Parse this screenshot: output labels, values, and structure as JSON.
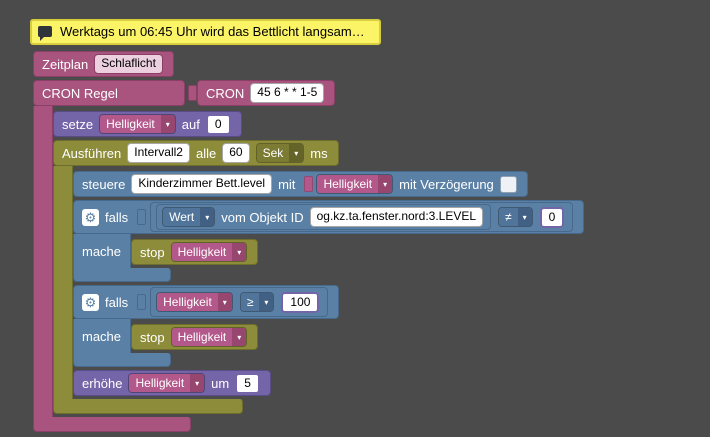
{
  "comment": {
    "text": "Werktags um 06:45 Uhr wird das Bettlicht langsam…"
  },
  "icons": {
    "dropdown_arrow": "▾",
    "gear": "⚙"
  },
  "schedule": {
    "title": "Zeitplan",
    "name": "Schlaflicht",
    "cron_label": "CRON Regel",
    "cron_block_label": "CRON",
    "cron_value": "45 6 * * 1-5"
  },
  "setze": {
    "label": "setze",
    "variable": "Helligkeit",
    "auf": "auf",
    "value": "0"
  },
  "interval": {
    "label": "Ausführen",
    "name": "Intervall2",
    "alle": "alle",
    "value": "60",
    "unit": "Sek",
    "suffix": "ms"
  },
  "steuere": {
    "label": "steuere",
    "object": "Kinderzimmer Bett.level",
    "mit": "mit",
    "variable": "Helligkeit",
    "delay_label": "mit Verzögerung",
    "delay_checked": false
  },
  "falls1": {
    "falls": "falls",
    "value_type": "Wert",
    "from_label": "vom Objekt ID",
    "object_id": "og.kz.ta.fenster.nord:3.LEVEL",
    "operator": "≠",
    "compare_value": "0",
    "mache": "mache",
    "stop": "stop",
    "stop_variable": "Helligkeit"
  },
  "falls2": {
    "falls": "falls",
    "variable": "Helligkeit",
    "operator": "≥",
    "compare_value": "100",
    "mache": "mache",
    "stop": "stop",
    "stop_variable": "Helligkeit"
  },
  "erhoehe": {
    "label": "erhöhe",
    "variable": "Helligkeit",
    "um": "um",
    "value": "5"
  },
  "colors": {
    "workspace": "#4b4b4b",
    "pink": "#a9547f",
    "pink-dark": "#8a4066",
    "violet": "#7464a8",
    "violet-dark": "#5a4c88",
    "olive": "#8c8c3a",
    "olive-dark": "#6e6e2c",
    "olive-dd": "#7b7b33",
    "olive-dd-dark": "#646429",
    "blue": "#5b80a5",
    "blue-dark": "#47698c",
    "blue-dd": "#50749a",
    "blue-dd-dark": "#426083",
    "var-pink": "#b2588a",
    "var-pink-dark": "#96466f",
    "comment-bg": "#fcf467",
    "comment-border": "#d8cd3c",
    "field-pink-bg": "#ecd0e0"
  }
}
